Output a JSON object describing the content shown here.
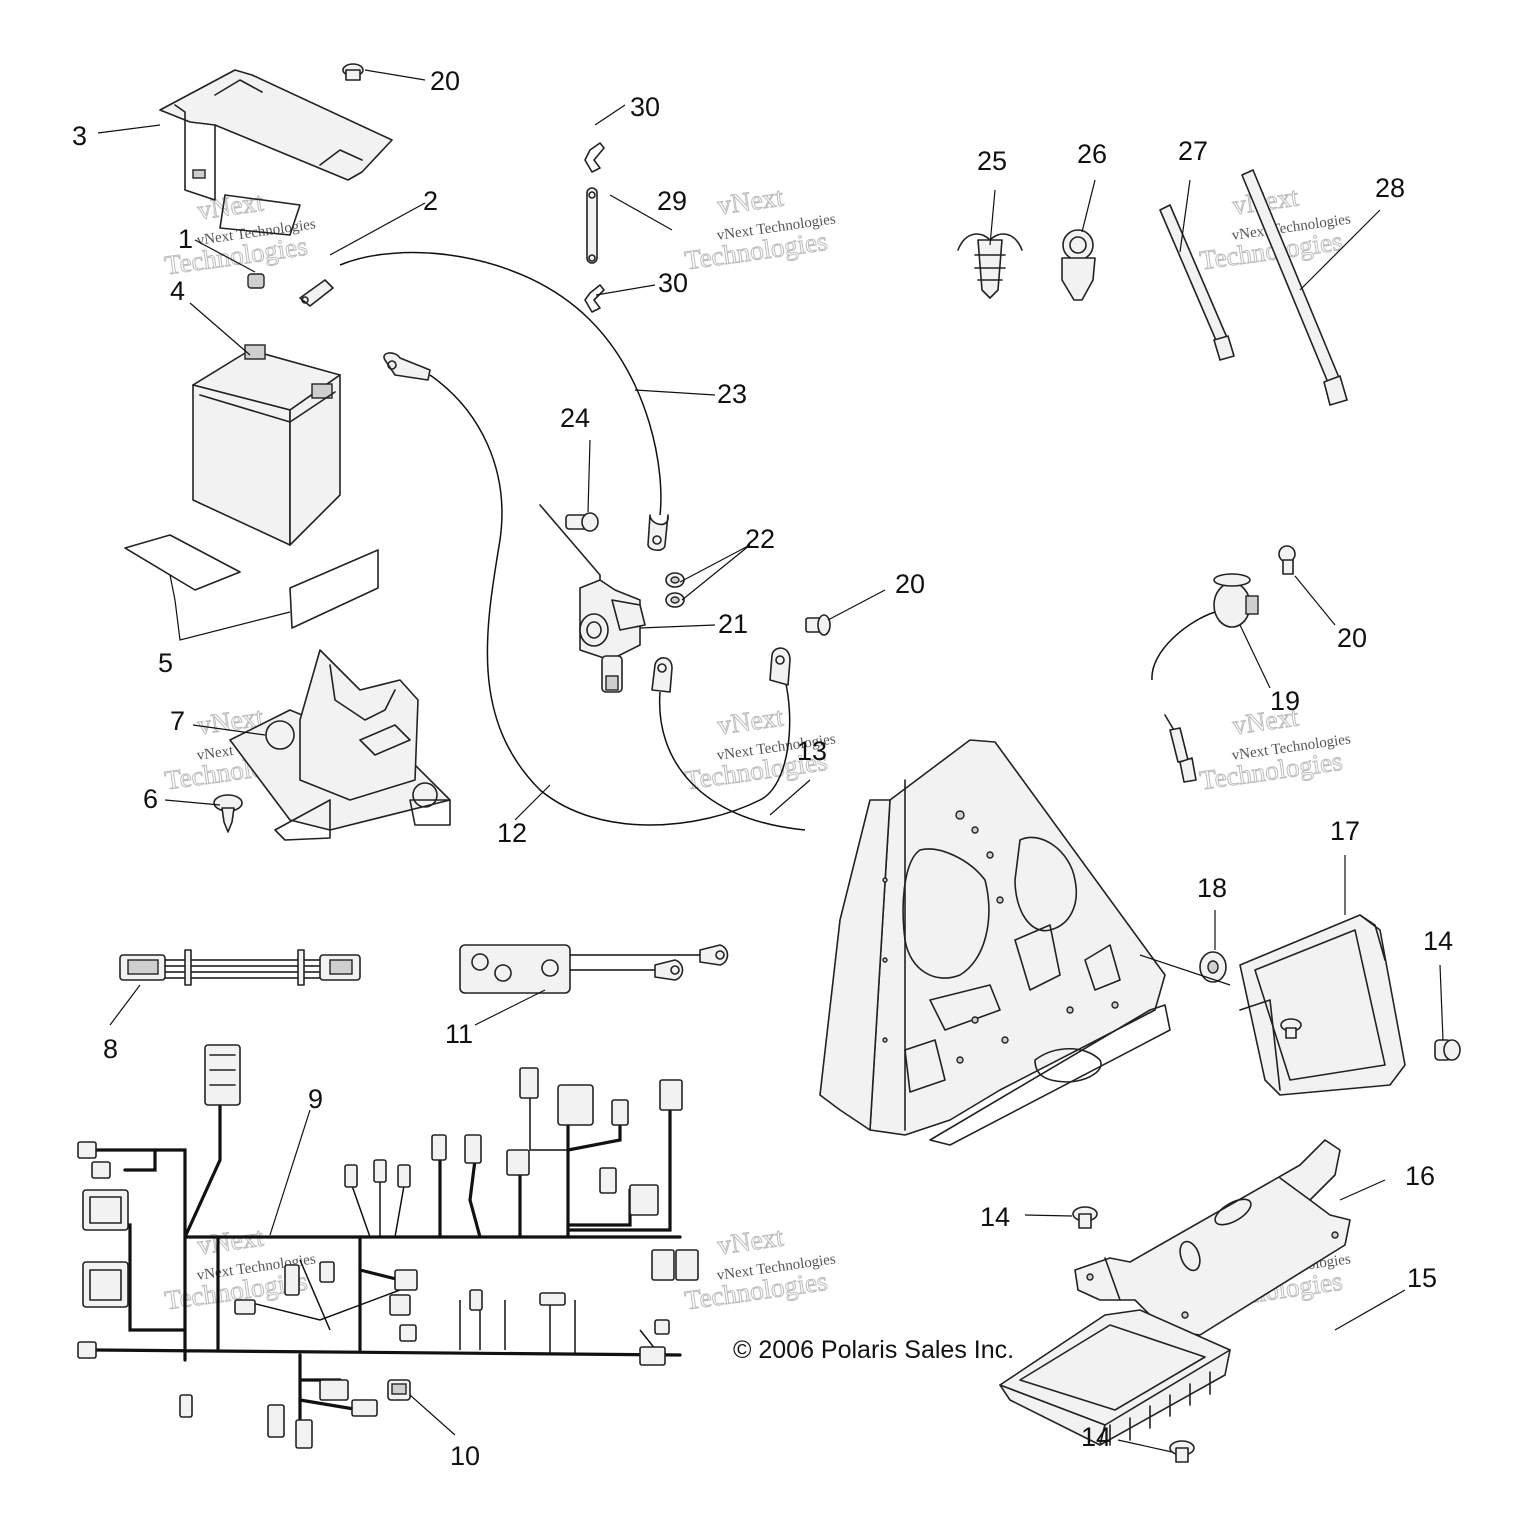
{
  "callouts": [
    "1",
    "2",
    "3",
    "4",
    "5",
    "6",
    "7",
    "8",
    "9",
    "10",
    "11",
    "12",
    "13",
    "14",
    "15",
    "16",
    "17",
    "18",
    "19",
    "20",
    "21",
    "22",
    "23",
    "24",
    "25",
    "26",
    "27",
    "28",
    "29",
    "30"
  ],
  "copyright": "© 2006 Polaris Sales Inc.",
  "watermark": {
    "line1": "vNext Technologies",
    "line2": "vNext",
    "line3": "Technologies"
  }
}
